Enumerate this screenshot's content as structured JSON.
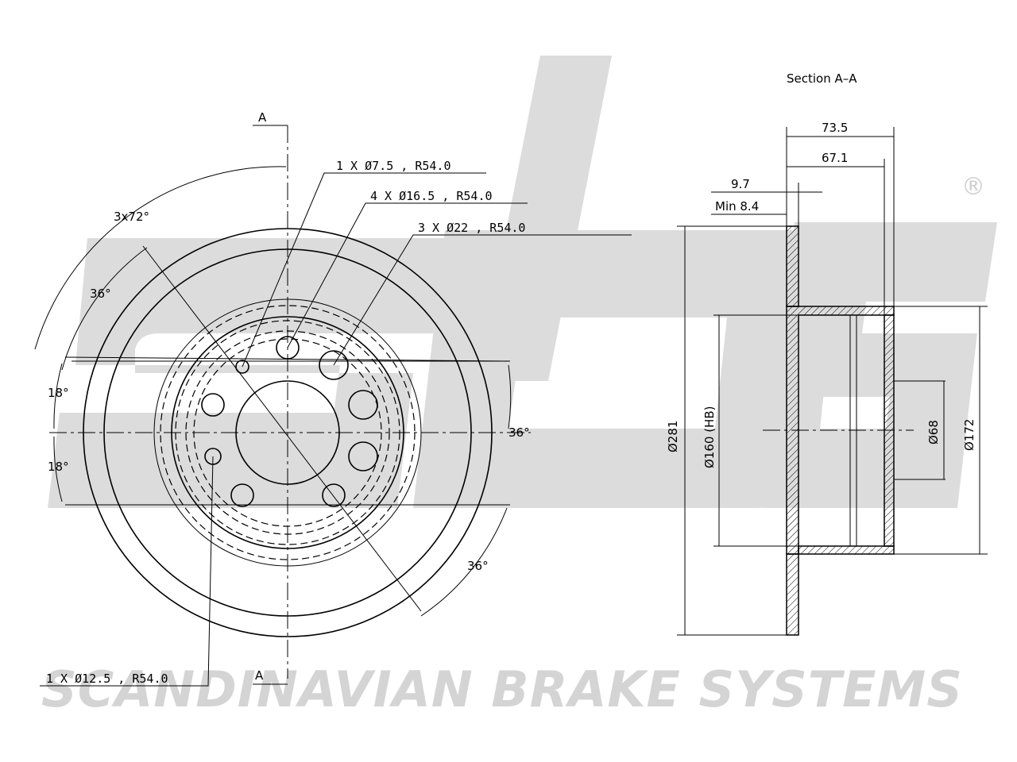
{
  "brand": {
    "logo_text": "sbs",
    "registered_mark": "®",
    "tagline": "SCANDINAVIAN BRAKE SYSTEMS"
  },
  "section_title": "Section A–A",
  "section_markers": {
    "top": "A",
    "bottom": "A"
  },
  "hole_callouts": {
    "small_hole": "1 X Ø7.5 , R54.0",
    "bolt_holes": "4 X Ø16.5 , R54.0",
    "large_holes": "3 X Ø22 , R54.0",
    "medium_hole": "1 X Ø12.5 , R54.0"
  },
  "angles": {
    "pattern": "3x72°",
    "a36_left": "36°",
    "a18_upper": "18°",
    "a18_lower": "18°",
    "a36_right": "36°",
    "a36_bottom": "36°"
  },
  "dimensions": {
    "overall_height": "73.5",
    "hat_depth": "67.1",
    "thickness": "9.7",
    "min_thickness": "Min 8.4",
    "outer_diameter": "Ø281",
    "drum_diameter": "Ø160 (HB)",
    "center_bore": "Ø68",
    "hub_diameter": "Ø172"
  },
  "colors": {
    "line": "#000000",
    "watermark": "#dcdcdc"
  }
}
